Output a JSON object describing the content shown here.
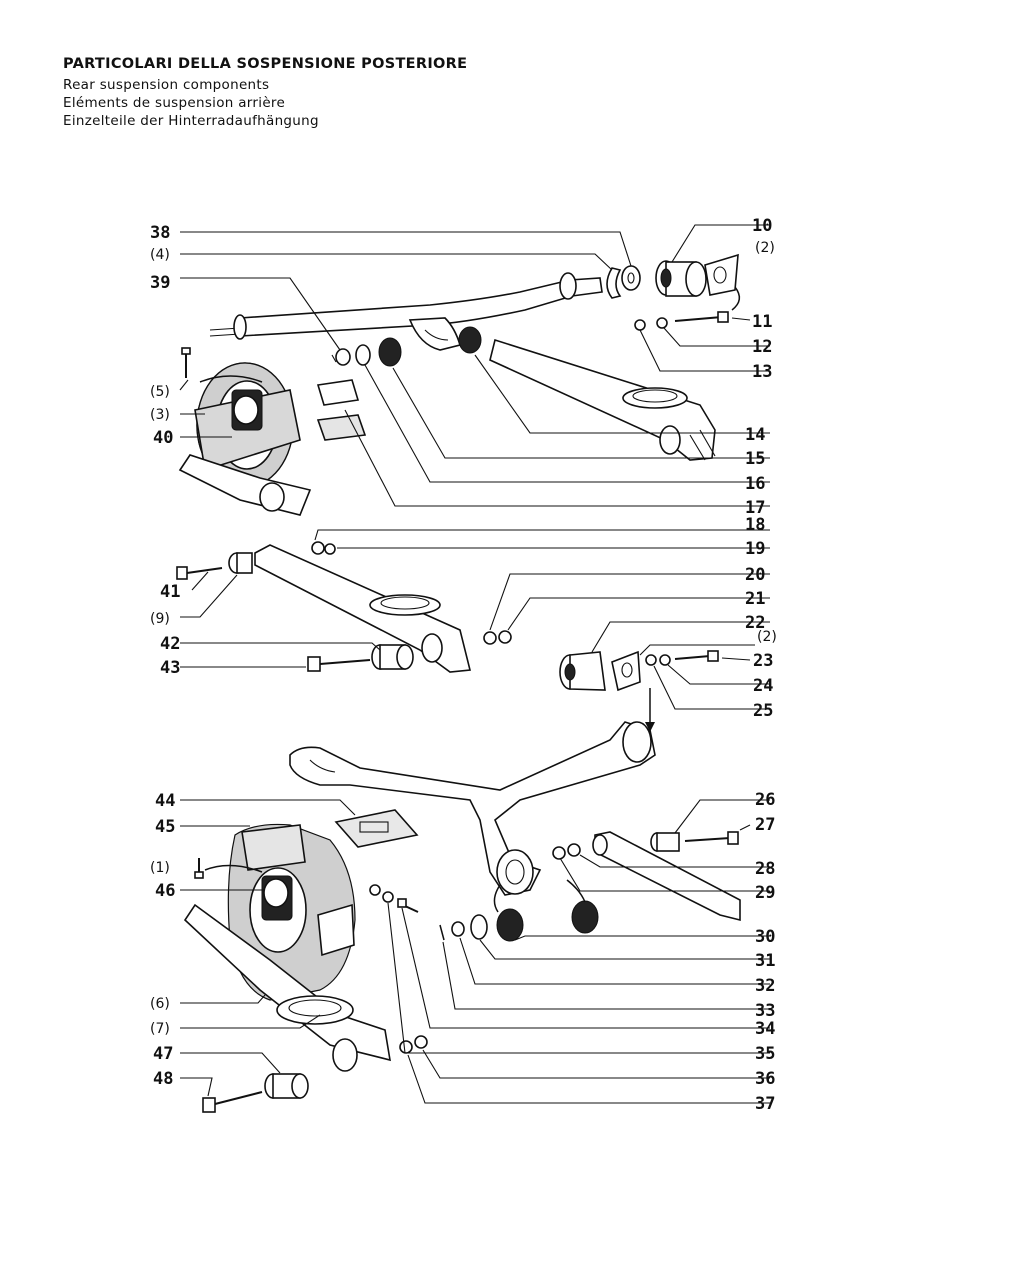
{
  "header": {
    "title": "PARTICOLARI DELLA SOSPENSIONE POSTERIORE",
    "subtitle_en": "Rear suspension components",
    "subtitle_fr": "Eléments de suspension arrière",
    "subtitle_de": "Einzelteile der Hinterradaufhängung"
  },
  "callouts": {
    "n10": "10",
    "n11": "11",
    "n12": "12",
    "n13": "13",
    "n14": "14",
    "n15": "15",
    "n16": "16",
    "n17": "17",
    "n18": "18",
    "n19": "19",
    "n20": "20",
    "n21": "21",
    "n22": "22",
    "n23": "23",
    "n24": "24",
    "n25": "25",
    "n26": "26",
    "n27": "27",
    "n28": "28",
    "n29": "29",
    "n30": "30",
    "n31": "31",
    "n32": "32",
    "n33": "33",
    "n34": "34",
    "n35": "35",
    "n36": "36",
    "n37": "37",
    "n38": "38",
    "n39": "39",
    "n40": "40",
    "n41": "41",
    "n42": "42",
    "n43": "43",
    "n44": "44",
    "n45": "45",
    "n46": "46",
    "n47": "47",
    "n48": "48"
  },
  "paren_callouts": {
    "p1": "(1)",
    "p2a": "(2)",
    "p2b": "(2)",
    "p3": "(3)",
    "p4": "(4)",
    "p5": "(5)",
    "p6": "(6)",
    "p7": "(7)",
    "p9": "(9)"
  }
}
